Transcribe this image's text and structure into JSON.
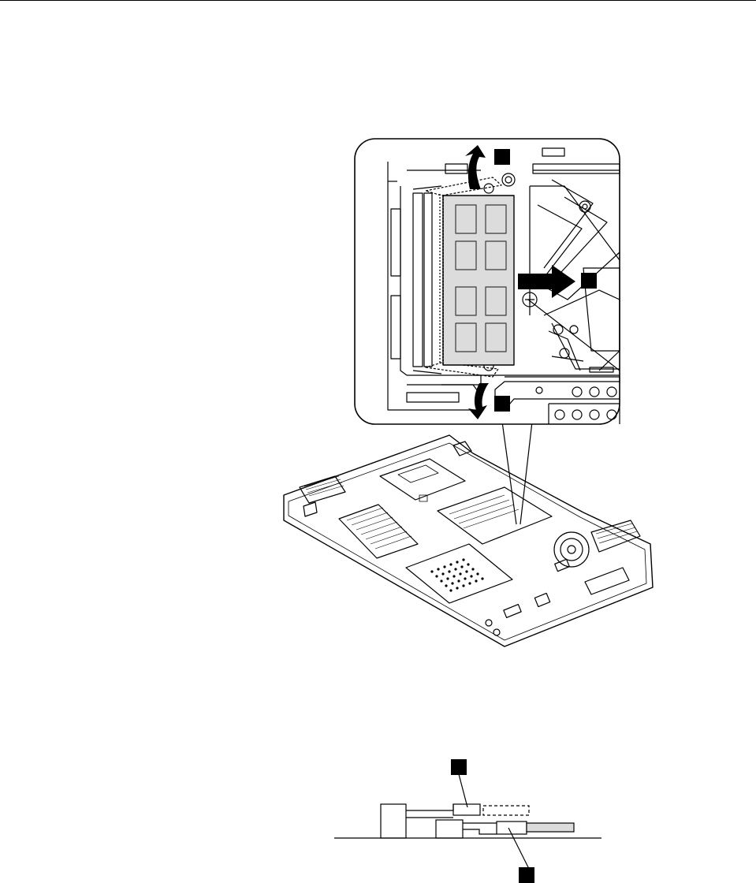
{
  "colors": {
    "ink": "#000000",
    "paper": "#ffffff",
    "memory_chip_fill": "#dcdcdc",
    "chip_outline": "#3a3a3a"
  },
  "figure_1": {
    "callout_markers": [
      "callout-marker-1a",
      "callout-marker-1b",
      "callout-marker-2"
    ],
    "arrows": [
      "latch-arrow-up",
      "latch-arrow-down",
      "module-removal-arrow-right"
    ]
  },
  "figure_2": {
    "callout_markers": [
      "callout-marker-top",
      "callout-marker-bottom"
    ]
  }
}
